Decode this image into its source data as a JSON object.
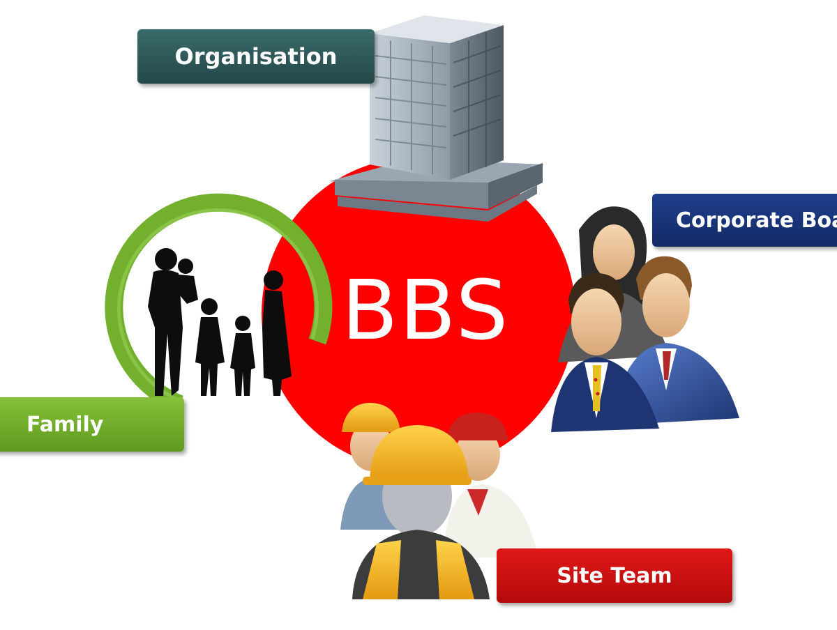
{
  "center": {
    "label": "BBS"
  },
  "nodes": {
    "organisation": {
      "label": "Organisation"
    },
    "corporate": {
      "label": "Corporate Board"
    },
    "family": {
      "label": "Family"
    },
    "site_team": {
      "label": "Site Team"
    }
  },
  "icons": {
    "organisation": "office-building-icon",
    "corporate": "business-people-icon",
    "family": "family-silhouette-icon",
    "site_team": "construction-workers-icon"
  },
  "colors": {
    "hub": "#ff0000",
    "organisation": "#2f5858",
    "corporate": "#1b3580",
    "family": "#6aaa2a",
    "site_team": "#cc0f0f"
  }
}
